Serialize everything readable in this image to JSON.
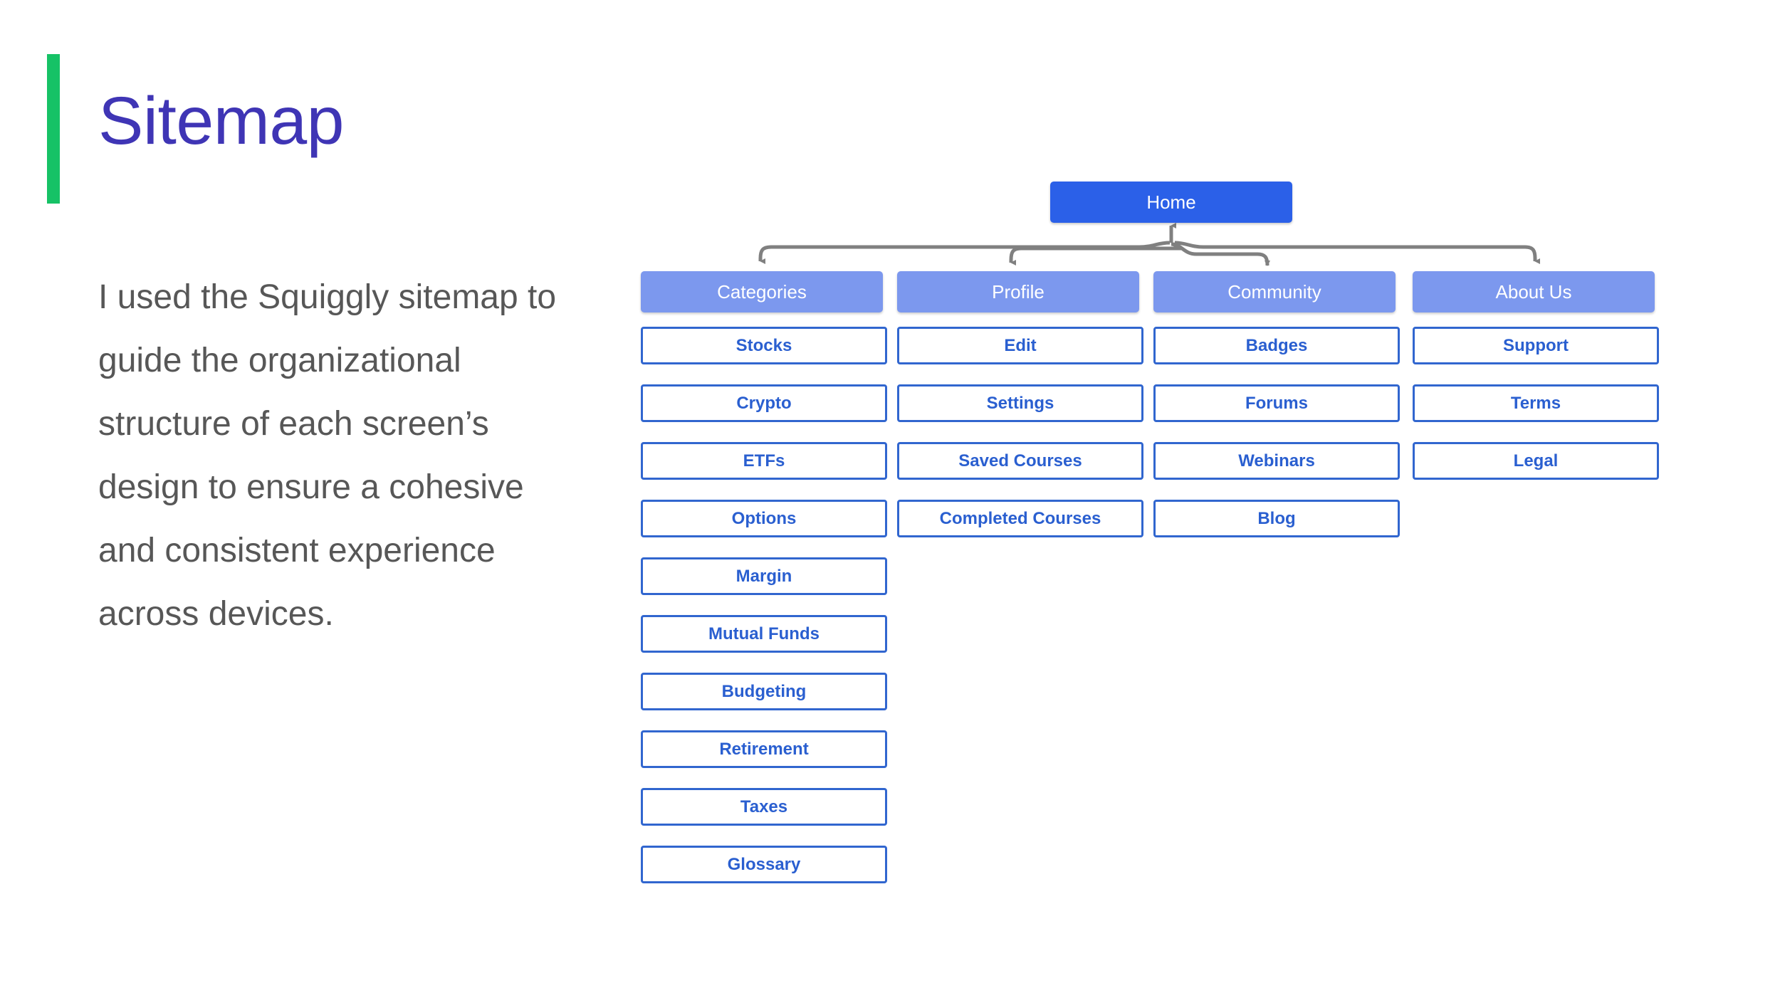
{
  "slide": {
    "title": "Sitemap",
    "accent_color": "#16c266",
    "title_color": "#3f35b5",
    "body_text": "I used the Squiggly sitemap to guide the organizational structure of each screen’s design to ensure a cohesive and consistent experience across devices.",
    "background": "#ffffff"
  },
  "sitemap": {
    "root": {
      "label": "Home",
      "fill": "#2b60e8",
      "text_color": "#ffffff"
    },
    "level2_fill": "#7c98ee",
    "leaf_border": "#3166cf",
    "leaf_text": "#2a5fd0",
    "connector_color": "#808080",
    "columns": [
      {
        "label": "Categories",
        "children": [
          "Stocks",
          "Crypto",
          "ETFs",
          "Options",
          "Margin",
          "Mutual Funds",
          "Budgeting",
          "Retirement",
          "Taxes",
          "Glossary"
        ]
      },
      {
        "label": "Profile",
        "children": [
          "Edit",
          "Settings",
          "Saved Courses",
          "Completed Courses"
        ]
      },
      {
        "label": "Community",
        "children": [
          "Badges",
          "Forums",
          "Webinars",
          "Blog"
        ]
      },
      {
        "label": "About Us",
        "children": [
          "Support",
          "Terms",
          "Legal"
        ]
      }
    ]
  }
}
